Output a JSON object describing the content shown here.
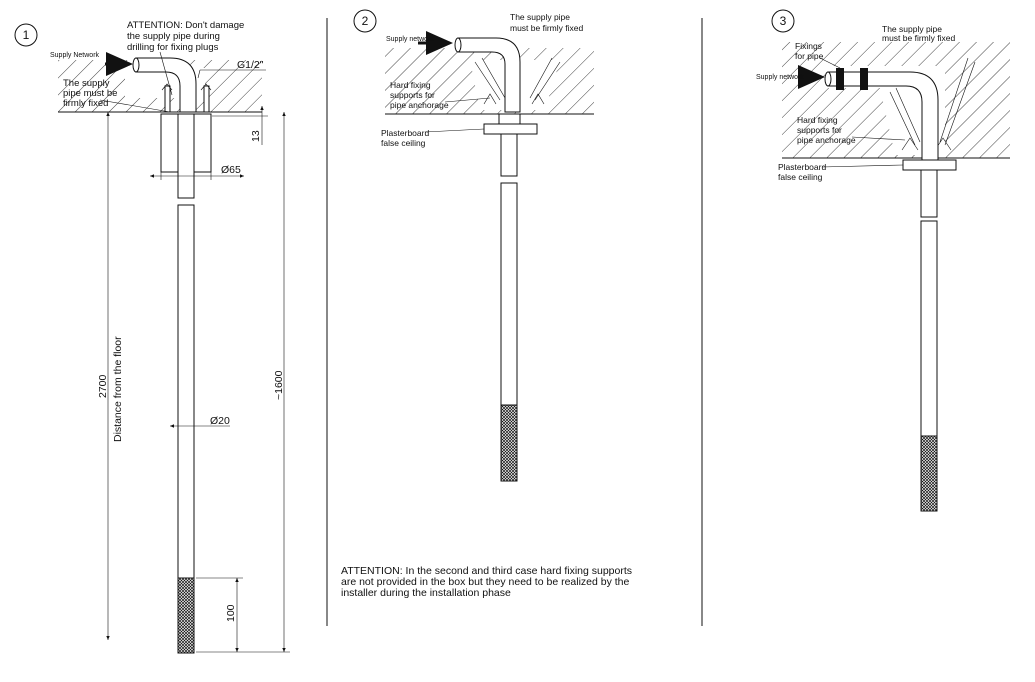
{
  "panels": [
    {
      "number": "1",
      "attention": [
        "ATTENTION: Don't damage",
        "the supply pipe during",
        "drilling for fixing plugs"
      ],
      "supply_label": "Supply Network",
      "firm_note": [
        "The supply",
        "pipe must be",
        "firmly fixed"
      ],
      "thread": "G1/2\"",
      "dim_flange": "13",
      "dim_canopy": "Ø65",
      "dim_pipe": "Ø20",
      "dim_floor": "2700",
      "floor_label": "Distance from the floor",
      "dim_length": "~1600",
      "dim_knurl": "100"
    },
    {
      "number": "2",
      "firm_note": [
        "The supply pipe",
        "must be firmly fixed"
      ],
      "supply_label": "Supply network",
      "supports": [
        "Hard fixing",
        "supports for",
        "pipe anchorage"
      ],
      "ceiling": [
        "Plasterboard",
        "false ceiling"
      ]
    },
    {
      "number": "3",
      "firm_note": [
        "The supply pipe",
        "must be firmly fixed"
      ],
      "fixings": [
        "Fixings",
        "for pipe"
      ],
      "supply_label": "Supply network",
      "supports": [
        "Hard fixing",
        "supports for",
        "pipe anchorage"
      ],
      "ceiling": [
        "Plasterboard",
        "false ceiling"
      ]
    }
  ],
  "attention_note": [
    "ATTENTION: In the second and third case hard fixing supports",
    "are not provided in the box but they need to be realized by the",
    "installer during the installation phase"
  ]
}
